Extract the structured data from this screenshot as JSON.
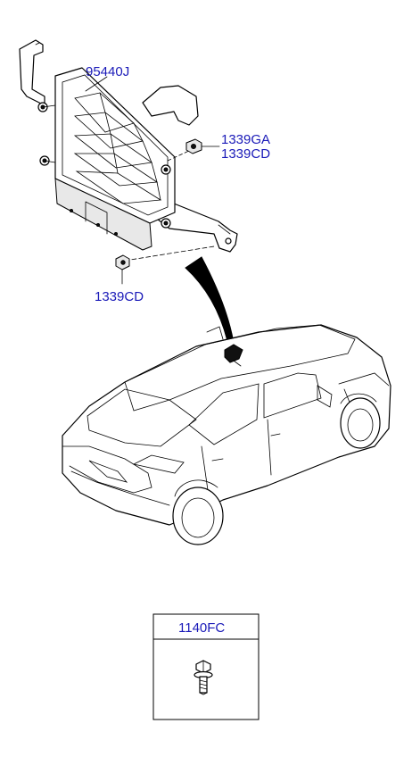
{
  "parts": {
    "ecu": "95440J",
    "nut_upper_1": "1339GA",
    "nut_upper_2": "1339CD",
    "nut_lower": "1339CD",
    "bolt": "1140FC"
  },
  "colors": {
    "label": "#1a1ab8",
    "line": "#000000"
  },
  "icons": {
    "bolt_symbol": "flange-bolt-icon"
  }
}
